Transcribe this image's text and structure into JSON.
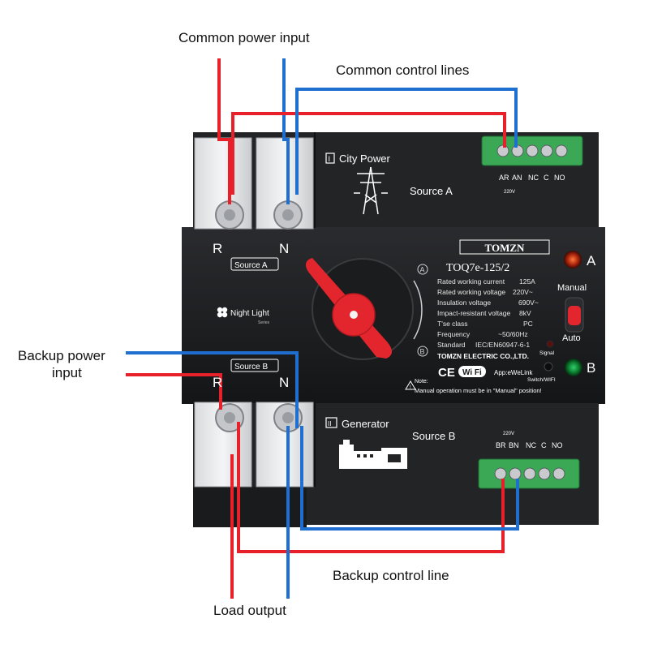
{
  "callouts": {
    "common_power_input": "Common power input",
    "common_control_lines": "Common control lines",
    "backup_power_input_line1": "Backup power",
    "backup_power_input_line2": "input",
    "backup_control_line": "Backup control line",
    "load_output": "Load output"
  },
  "device": {
    "brand": "TOMZN",
    "model": "TOQ7e-125/2",
    "manufacturer": "TOMZN ELECTRIC CO.,LTD.",
    "city_power_label": "City Power",
    "generator_label": "Generator",
    "source_a_label": "Source A",
    "source_b_label": "Source B",
    "source_a_tag": "Source A",
    "source_b_tag": "Source B",
    "roman_one": "I",
    "roman_two": "II",
    "terminal_r": "R",
    "terminal_n": "N",
    "night_light": "Night Light",
    "series": "Series",
    "indicator_a": "A",
    "indicator_b": "B",
    "manual_label": "Manual",
    "auto_label": "Auto",
    "signal_label": "Signal",
    "switch_wifi_label": "Switch/WIFI",
    "app_label": "App:eWeLink",
    "ce_mark": "CE",
    "wifi_badge": "Wi Fi",
    "knob_a": "A",
    "knob_b": "B",
    "note_title": "Note:",
    "note_text": "Manual operation must be in \"Manual\" position!",
    "specs": [
      {
        "label": "Rated working current",
        "value": "125A"
      },
      {
        "label": "Rated working voltage",
        "value": "220V~"
      },
      {
        "label": "Insulation voltage",
        "value": "690V~"
      },
      {
        "label": "Impact-resistant voltage",
        "value": "8kV"
      },
      {
        "label": "T'se class",
        "value": "PC"
      },
      {
        "label": "Frequency",
        "value": "~50/60Hz"
      },
      {
        "label": "Standard",
        "value": "IEC/EN60947-6-1"
      }
    ],
    "top_terminal_labels": [
      "AR",
      "AN",
      "NC",
      "C",
      "NO"
    ],
    "top_terminal_voltage": "220V",
    "bottom_terminal_labels": [
      "BR",
      "BN",
      "NC",
      "C",
      "NO"
    ],
    "bottom_terminal_voltage": "220V"
  },
  "colors": {
    "wire_red": "#e8202a",
    "wire_blue": "#1f6fd1",
    "body": "#1c1d1f",
    "terminal_green": "#3aa855",
    "knob_red": "#e3262d"
  }
}
